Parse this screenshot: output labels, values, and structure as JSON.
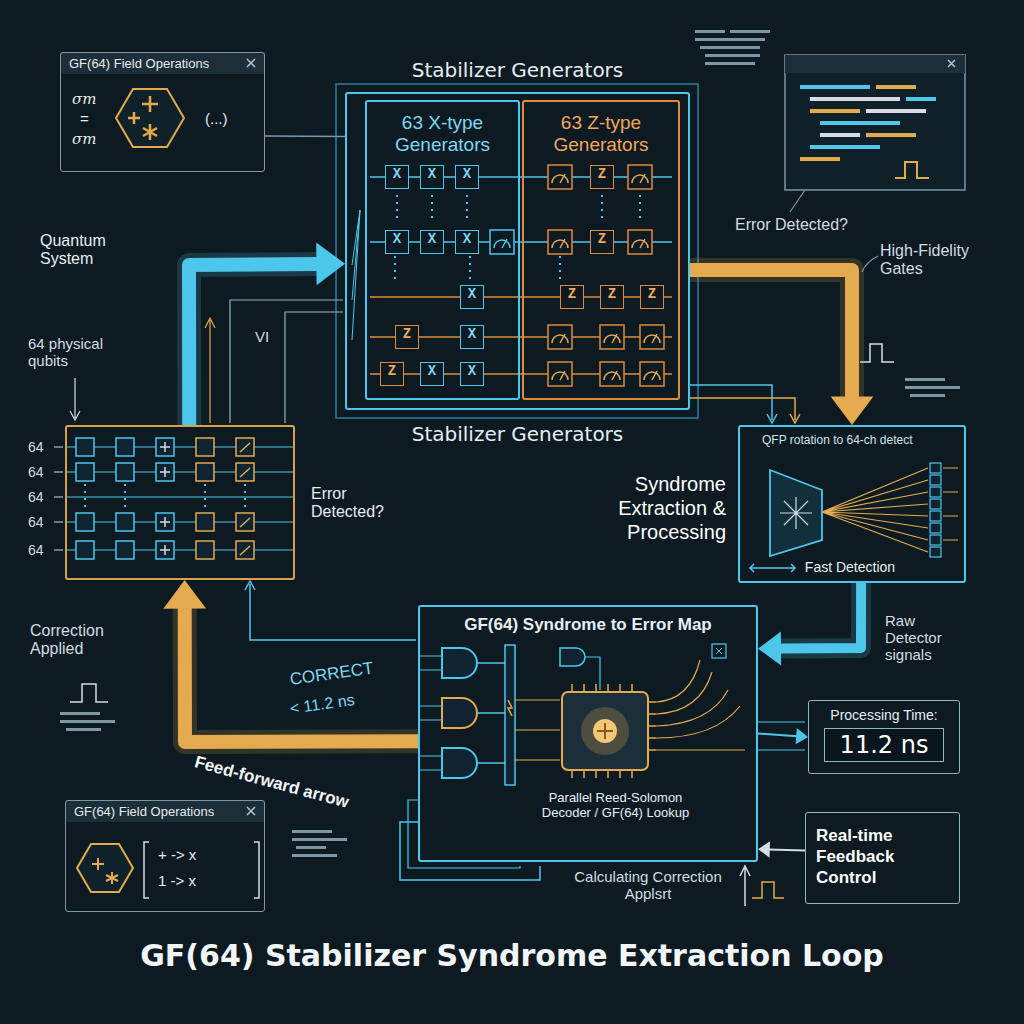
{
  "diagram": {
    "title": "GF(64) Stabilizer Syndrome Extraction Loop",
    "nodes": [
      {
        "text": [
          "GF(64) Field Operations"
        ]
      },
      {
        "text": [
          "Stabilizer Generators",
          "Stabilizer Generators"
        ]
      },
      {
        "text": [
          "63 X-type Generators"
        ],
        "in": 1
      },
      {
        "text": [
          "63 Z-type Generators"
        ],
        "in": 1
      },
      {
        "text": [
          "Error Detected?"
        ]
      },
      {
        "text": [
          "Syndrome Extraction & Processing",
          "QFP rotation to 64-ch detect",
          "Fast Detection"
        ]
      },
      {
        "text": [
          "GF(64) Syndrome to Error Map",
          "Parallel Reed-Solomon Decoder / GF(64) Lookup",
          "Calculating Correction Applsrt"
        ]
      },
      {
        "text": [
          "Processing Time:",
          "11.2 ns"
        ]
      },
      {
        "text": [
          "Real-time Feedback Control"
        ]
      },
      {
        "text": [
          "GF(64) Field Operations"
        ]
      }
    ],
    "edges": [
      {
        "from": 4,
        "to": 1,
        "arrow": "to"
      },
      {
        "from": 1,
        "to": 5,
        "arrow": "to"
      },
      {
        "from": 5,
        "to": 6,
        "arrow": "to"
      },
      {
        "from": 6,
        "to": 4,
        "arrow": "to"
      },
      {
        "from": 6,
        "to": 7,
        "arrow": "to"
      },
      {
        "from": 8,
        "to": 6,
        "arrow": "to"
      },
      {
        "from": 0,
        "to": 1,
        "arrow": "none"
      }
    ],
    "labels": [
      "Quantum System",
      "64 physical qubits",
      "VI",
      "64",
      "64",
      "64",
      "64",
      "64",
      "Correction Applied",
      "Error Detected?",
      "High-Fidelity Gates",
      "Raw Detector signals",
      "CORRECT",
      "< 11.2 ns",
      "Feed-forward arrow",
      "σm",
      "=",
      "σm",
      "(...)",
      "+ -> x",
      "1 -> x",
      "X",
      "X",
      "X",
      "X",
      "X",
      "X",
      "X",
      "Z",
      "X",
      "Z",
      "X",
      "X",
      "Z",
      "Z",
      "Z",
      "Z",
      "Z"
    ]
  }
}
